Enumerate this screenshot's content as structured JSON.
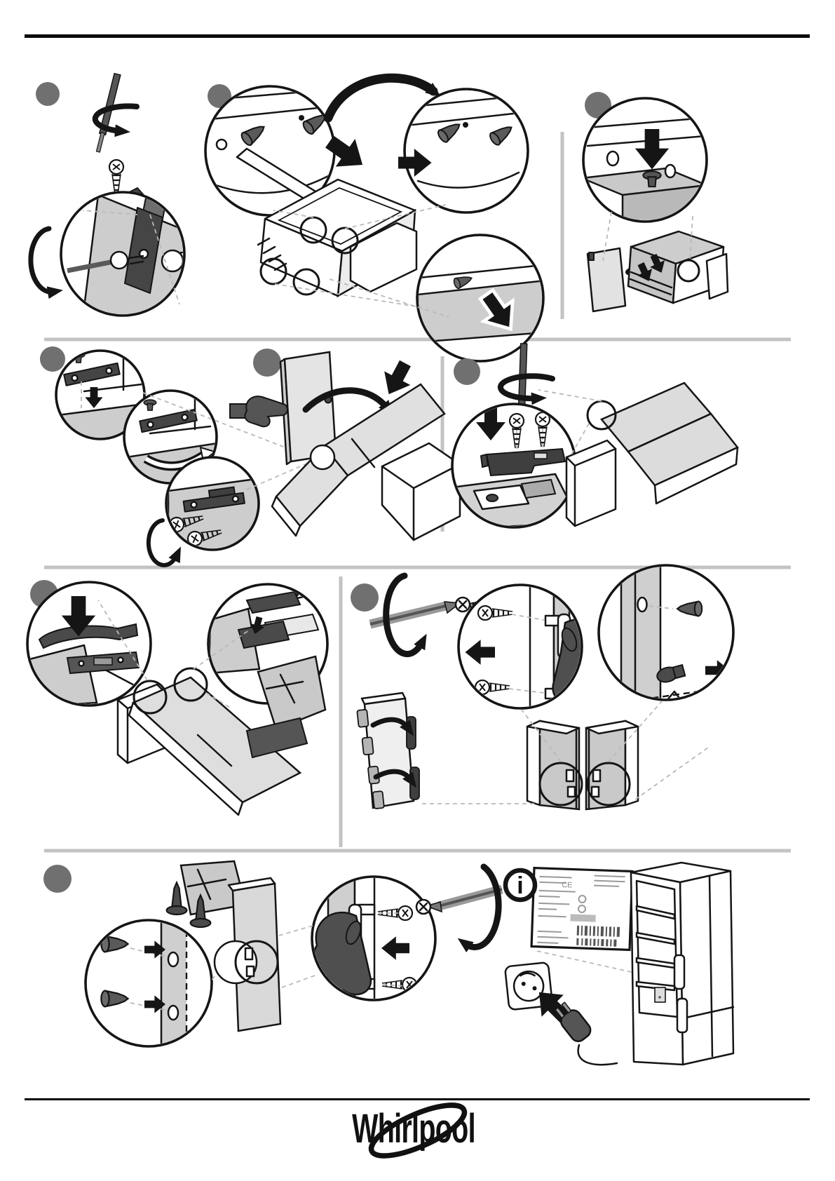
{
  "page": {
    "background_color": "#ffffff",
    "rule_color": "#0a0a0a",
    "divider_color": "#c3c3c3",
    "step_marker_color": "#707070",
    "line_color": "#151515",
    "panel_gray": "#cdcdcd"
  },
  "document": {
    "kind": "appliance-door-reversal-installation-sheet"
  },
  "steps": [
    {
      "marker": "blank-gray-circle",
      "illustration": "screwdriver-turning-screw-into-hinge-bracket"
    },
    {
      "marker": "blank-gray-circle",
      "illustration": "pry-out-hole-plugs-and-move-to-opposite-holes"
    },
    {
      "marker": "blank-gray-circle",
      "illustration": "press-plug-into-top-corner-and-fit-cover-flap"
    },
    {
      "marker": "blank-gray-circle",
      "illustration": "rotate-bottom-bracket-and-fasten-screws"
    },
    {
      "marker": "blank-gray-circle",
      "illustration": "lay-door-panel-onto-cabinet"
    },
    {
      "marker": "blank-gray-circle",
      "illustration": "screw-top-hinge-latch-onto-cabinet"
    },
    {
      "marker": "blank-gray-circle",
      "illustration": "fit-handle-trim-and-cover-plates"
    },
    {
      "marker": "blank-gray-circle",
      "illustration": "unscrew-door-handle-and-swap-hole-plugs"
    },
    {
      "marker": "blank-gray-circle",
      "illustration": "insert-plugs-and-refit-handle-on-other-side"
    }
  ],
  "info_panel": {
    "badge": "i",
    "ce_mark": "CE",
    "illustration": "rating-plate-power-socket-plug-and-refrigerator"
  },
  "brand": {
    "logo_text": "Whirlpool"
  }
}
